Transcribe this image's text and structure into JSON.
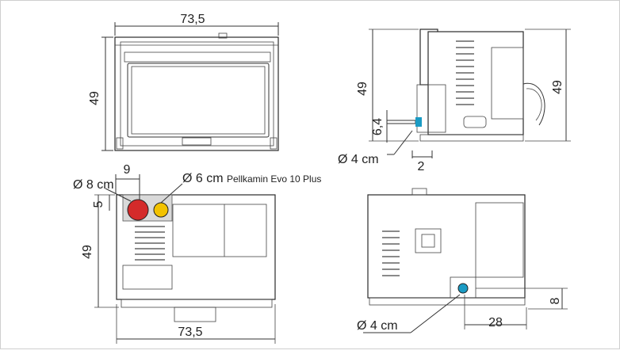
{
  "product": "Pellkamin Evo 10 Plus",
  "front_view": {
    "width": "73,5",
    "height": "49"
  },
  "side_view_left": {
    "height": "49",
    "pipe_height": "6,4",
    "pipe_diameter": "Ø 4 cm",
    "pipe_offset": "2"
  },
  "side_view_right": {
    "height": "49"
  },
  "top_view": {
    "flue_diameter": "Ø 8 cm",
    "air_inlet_diameter": "Ø 6 cm",
    "offset_x": "9",
    "offset_y": "5",
    "depth": "49",
    "width": "73,5"
  },
  "rear_view": {
    "pipe_diameter": "Ø 4 cm",
    "pipe_height": "8",
    "pipe_offset": "28"
  },
  "colors": {
    "flue": "#d42a2a",
    "air_inlet": "#f2c200",
    "pipe": "#1a9bc4",
    "outline": "#2a2a2a"
  }
}
